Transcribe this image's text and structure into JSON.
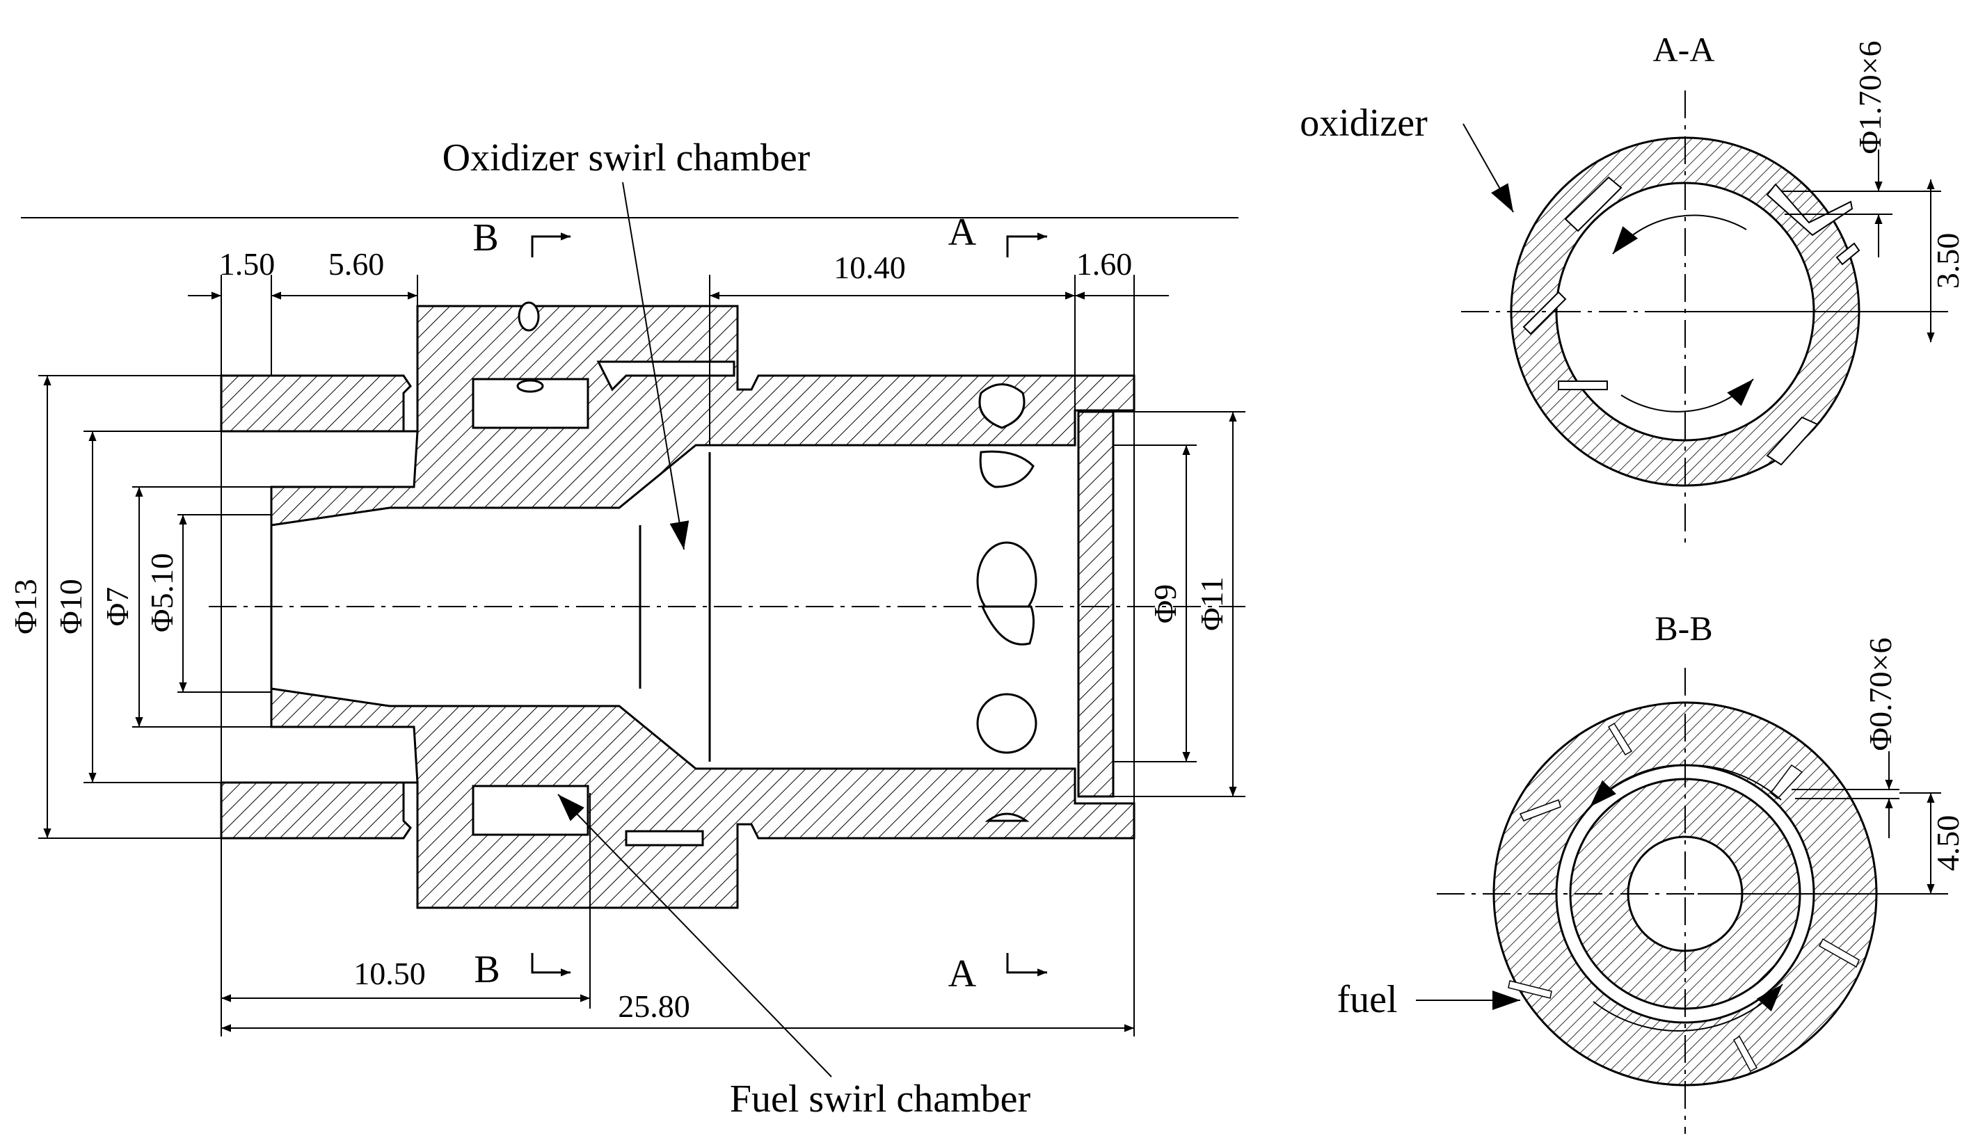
{
  "labels": {
    "oxidizer_chamber": "Oxidizer swirl chamber",
    "fuel_chamber": "Fuel swirl chamber",
    "oxidizer": "oxidizer",
    "fuel": "fuel"
  },
  "sections": {
    "a_top": "A",
    "a_bottom": "A",
    "b_top": "B",
    "b_bottom": "B",
    "view_aa": "A-A",
    "view_bb": "B-B"
  },
  "dimensions": {
    "d_1_50": "1.50",
    "d_5_60": "5.60",
    "d_10_40": "10.40",
    "d_1_60": "1.60",
    "d_10_50": "10.50",
    "d_25_80": "25.80",
    "phi13": "Φ13",
    "phi10": "Φ10",
    "phi7": "Φ7",
    "phi5_10": "Φ5.10",
    "phi9": "Φ9",
    "phi11": "Φ11",
    "aa_holes": "Φ1.70×6",
    "aa_offset": "3.50",
    "bb_holes": "Φ0.70×6",
    "bb_offset": "4.50"
  }
}
